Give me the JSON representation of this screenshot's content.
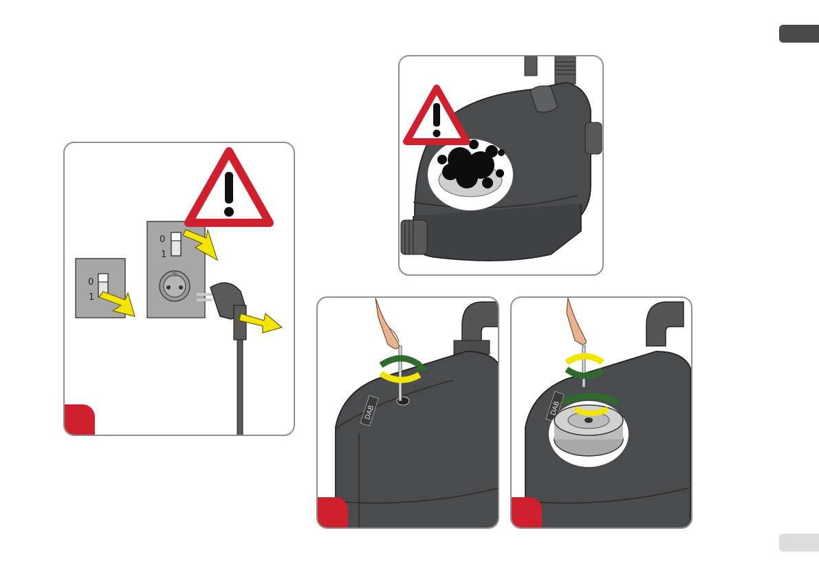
{
  "page": {
    "colors": {
      "accent_red": "#d0202e",
      "arrow_yellow": "#f2e600",
      "rotation_green": "#2f6b2c",
      "pump_body": "#4a4b4d",
      "frame_grey": "#8f8f8f"
    }
  },
  "tabs": {
    "top_tab": "dark-tab",
    "bottom_tab": "light-tab"
  },
  "panels": {
    "unplug": {
      "switch_small_labels": [
        "0",
        "1"
      ],
      "switch_large_labels": [
        "0",
        "1"
      ],
      "icon": "warning-triangle-icon"
    },
    "dirt": {
      "icon": "warning-triangle-icon"
    },
    "unscrew": {
      "brand_text": "DAB"
    },
    "remove_cover": {
      "brand_text": "DAB"
    }
  }
}
